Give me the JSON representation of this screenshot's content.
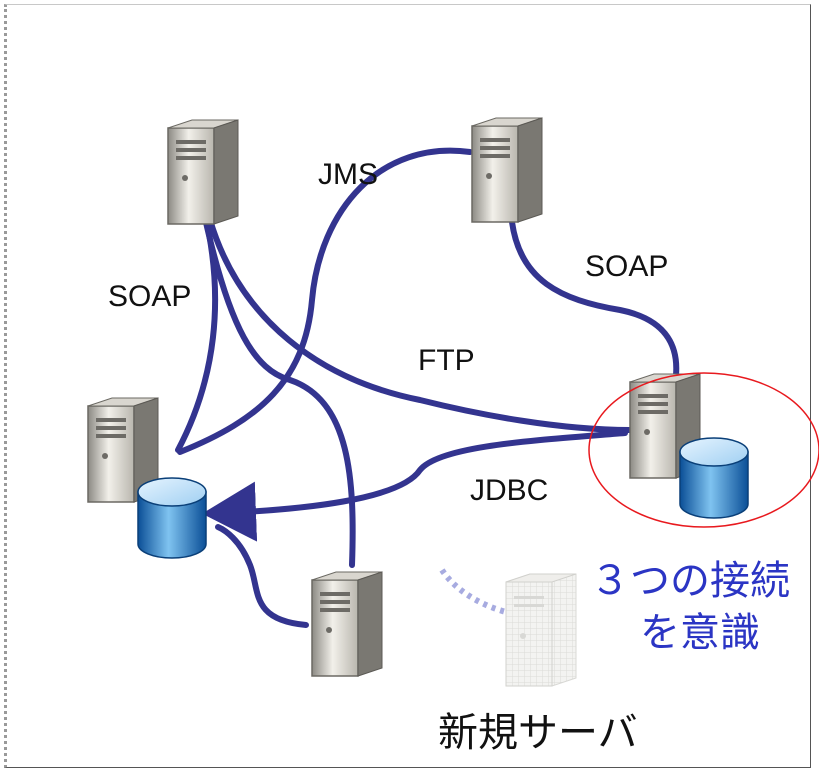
{
  "connections": {
    "jms": "JMS",
    "soap_left": "SOAP",
    "soap_right": "SOAP",
    "ftp": "FTP",
    "jdbc": "JDBC"
  },
  "note": {
    "line1": "３つの接続",
    "line2": "を意識"
  },
  "new_server_label": "新規サーバ",
  "colors": {
    "connector": "#33348f",
    "highlight_ring": "#e8191e",
    "note_text": "#2b35c4",
    "database": "#1a6fb8"
  }
}
